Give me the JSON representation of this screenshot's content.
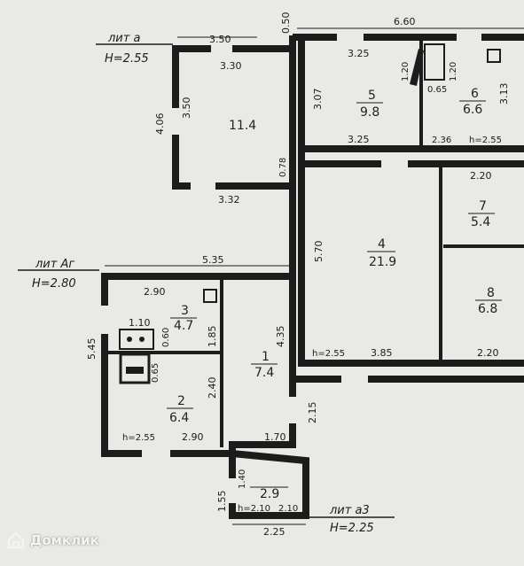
{
  "liters": [
    {
      "name": "лит а",
      "height": "H=2.55"
    },
    {
      "name": "лит Аг",
      "height": "H=2.80"
    },
    {
      "name": "лит а3",
      "height": "H=2.25"
    }
  ],
  "rooms": [
    {
      "number": "",
      "area": "11.4"
    },
    {
      "number": "5",
      "area": "9.8"
    },
    {
      "number": "6",
      "area": "6.6"
    },
    {
      "number": "7",
      "area": "5.4"
    },
    {
      "number": "4",
      "area": "21.9"
    },
    {
      "number": "8",
      "area": "6.8"
    },
    {
      "number": "3",
      "area": "4.7"
    },
    {
      "number": "1",
      "area": "7.4"
    },
    {
      "number": "2",
      "area": "6.4"
    },
    {
      "number": "",
      "area": "2.9"
    }
  ],
  "dimensions": {
    "d_350": "3.50",
    "d_330": "3.30",
    "d_050": "0.50",
    "d_660": "6.60",
    "d_325a": "3.25",
    "d_120a": "1.20",
    "d_120b": "1.20",
    "d_065a": "0.65",
    "d_313": "3.13",
    "d_406": "4.06",
    "d_350v": "3.50",
    "d_307": "3.07",
    "d_325b": "3.25",
    "d_236": "2.36",
    "h255a": "h=2.55",
    "d_078": "0.78",
    "d_332": "3.32",
    "d_220a": "2.20",
    "d_570": "5.70",
    "d_535": "5.35",
    "d_290a": "2.90",
    "d_110": "1.10",
    "d_060": "0.60",
    "d_185": "1.85",
    "d_435": "4.35",
    "h255b": "h=2.55",
    "d_385": "3.85",
    "d_220b": "2.20",
    "d_545": "5.45",
    "d_065b": "0.65",
    "d_240": "2.40",
    "d_215": "2.15",
    "h255c": "h=2.55",
    "d_290b": "2.90",
    "d_170": "1.70",
    "d_155": "1.55",
    "d_140": "1.40",
    "h210": "h=2.10",
    "d_210": "2.10",
    "d_225": "2.25"
  },
  "watermark": {
    "text": "Домклик"
  },
  "colors": {
    "background": "#e9e9e6",
    "ink": "#1c1c1c"
  }
}
